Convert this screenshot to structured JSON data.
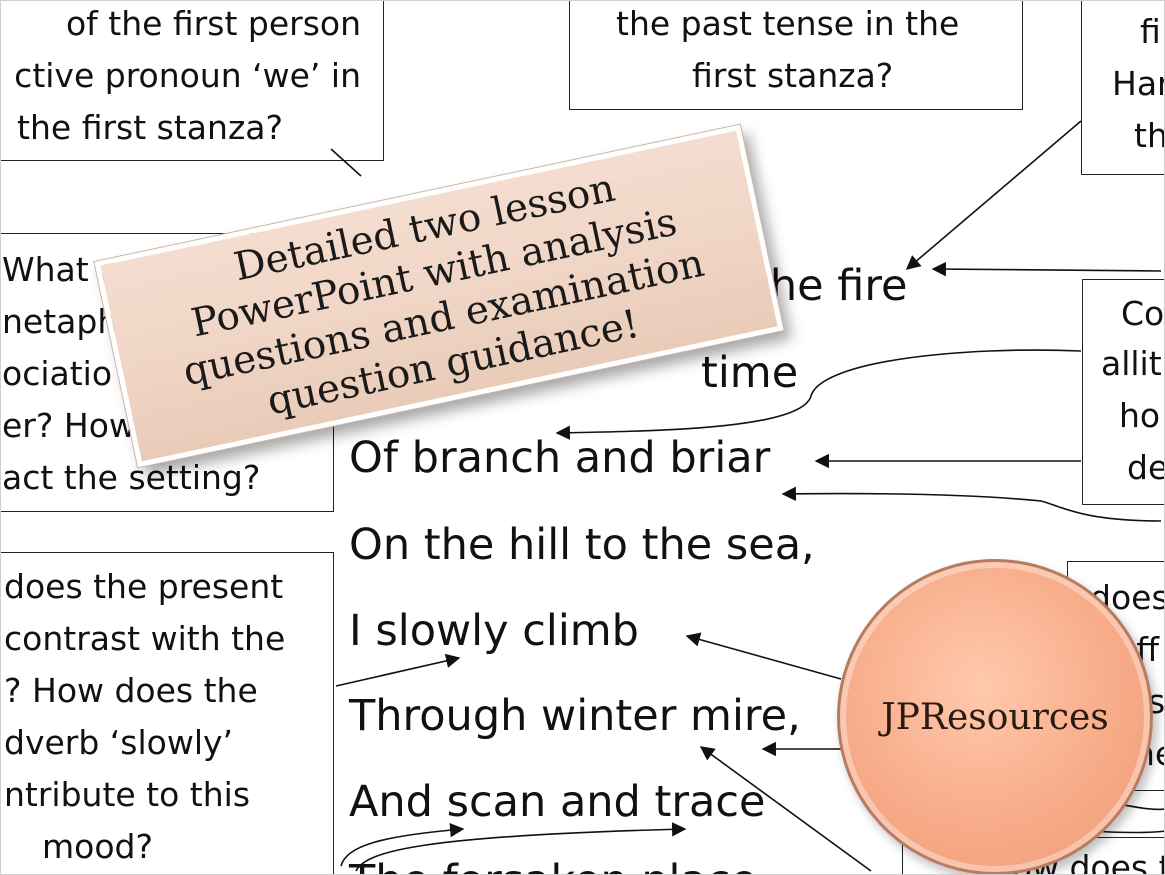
{
  "boxes": {
    "top_left": [
      "of the first person",
      "ctive pronoun ‘we’ in",
      "the first stanza?"
    ],
    "top_middle": [
      "the past tense in the",
      "first stanza?"
    ],
    "top_right": [
      "fi",
      "Har",
      "th"
    ],
    "mid_left": [
      "What a",
      "netaph",
      "ociatio",
      "er? How",
      "act the setting?"
    ],
    "mid_right": [
      "Co",
      "allit",
      "ho",
      "de"
    ],
    "bottom_left": [
      "does the present",
      "contrast with the",
      "? How does the",
      "dverb ‘slowly’",
      "ntribute to this",
      "mood?"
    ],
    "bottom_right_upper": [
      "does",
      "eff",
      "s",
      "he"
    ],
    "bottom_right_lower": [
      "How does t"
    ]
  },
  "poem": {
    "line1": "the fire",
    "line2": "time",
    "line3": "Of branch and briar",
    "line4": "On the hill to the sea,",
    "line5": "I slowly climb",
    "line6": "Through winter mire,",
    "line7": "And scan and trace",
    "line8": "The forsaken place"
  },
  "banner": {
    "lines": [
      "Detailed two lesson",
      "PowerPoint with analysis",
      "questions and examination",
      "question guidance!"
    ],
    "background": "#efd4c3"
  },
  "badge": {
    "label": "JPResources",
    "color": "#f7ab88"
  }
}
